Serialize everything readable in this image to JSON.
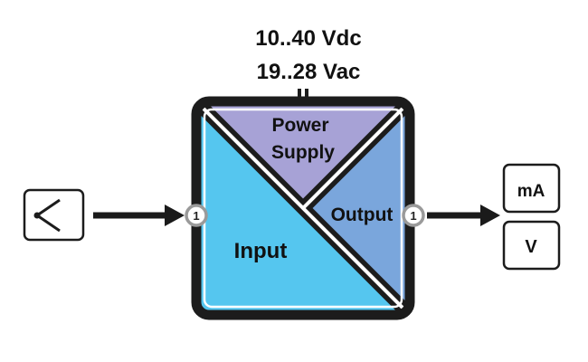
{
  "power": {
    "dc": "10..40 Vdc",
    "ac": "19..28 Vac"
  },
  "sections": {
    "power_line1": "Power",
    "power_line2": "Supply",
    "output": "Output",
    "input": "Input"
  },
  "ports": {
    "input": "1",
    "output": "1"
  },
  "outputs": {
    "current": "mA",
    "voltage": "V"
  },
  "colors": {
    "power_section": "#a7a2d6",
    "output_section": "#7aa6dc",
    "input_section": "#55c6ef",
    "frame": "#1c1c1c",
    "arrow": "#1a1a1a"
  },
  "icons": {
    "sensor": "thermocouple-icon"
  }
}
